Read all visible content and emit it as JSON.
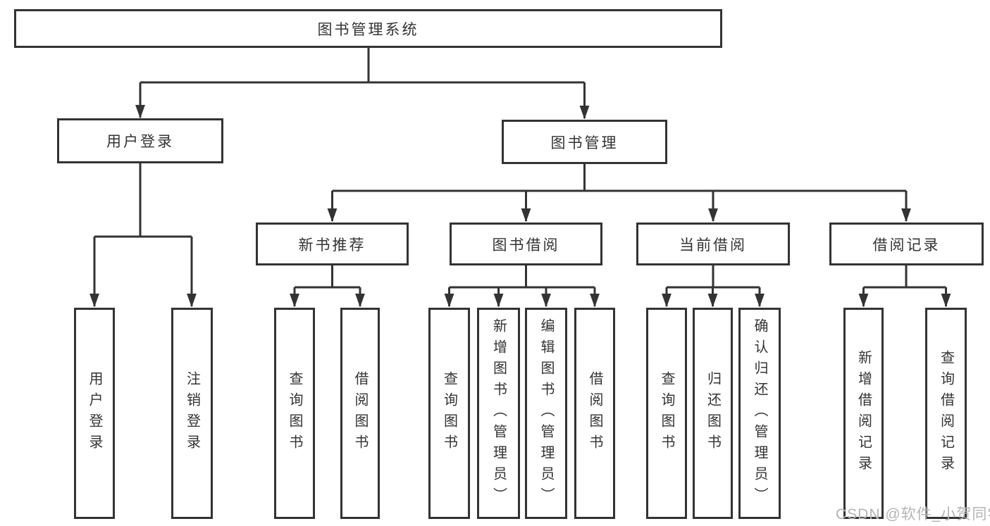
{
  "diagram": {
    "type": "hierarchy-tree",
    "title": "图书管理系统",
    "colors": {
      "line": "#333333",
      "box_border": "#333333",
      "text": "#333333",
      "background": "#ffffff",
      "watermark_text_color": "#b4b4b4"
    },
    "nodes": {
      "root": "图书管理系统",
      "user_login": "用户登录",
      "book_management": "图书管理",
      "new_book_recommend": "新书推荐",
      "book_borrow": "图书借阅",
      "current_borrow": "当前借阅",
      "borrow_records": "借阅记录",
      "leaf_user_login": "用户登录",
      "leaf_logout": "注销登录",
      "leaf_nb_query": "查询图书",
      "leaf_nb_borrow": "借阅图书",
      "leaf_bb_query": "查询图书",
      "leaf_bb_add": "新增图书（管理员）",
      "leaf_bb_edit": "编辑图书（管理员）",
      "leaf_bb_borrow": "借阅图书",
      "leaf_cb_query": "查询图书",
      "leaf_cb_return": "归还图书",
      "leaf_cb_confirm": "确认归还（管理员）",
      "leaf_br_add": "新增借阅记录",
      "leaf_br_query": "查询借阅记录"
    },
    "hierarchy": {
      "图书管理系统": [
        "用户登录",
        "图书管理"
      ],
      "用户登录": [
        "用户登录",
        "注销登录"
      ],
      "图书管理": [
        "新书推荐",
        "图书借阅",
        "当前借阅",
        "借阅记录"
      ],
      "新书推荐": [
        "查询图书",
        "借阅图书"
      ],
      "图书借阅": [
        "查询图书",
        "新增图书（管理员）",
        "编辑图书（管理员）",
        "借阅图书"
      ],
      "当前借阅": [
        "查询图书",
        "归还图书",
        "确认归还（管理员）"
      ],
      "借阅记录": [
        "新增借阅记录",
        "查询借阅记录"
      ]
    },
    "watermark": "CSDN @软件_小贺同学"
  }
}
